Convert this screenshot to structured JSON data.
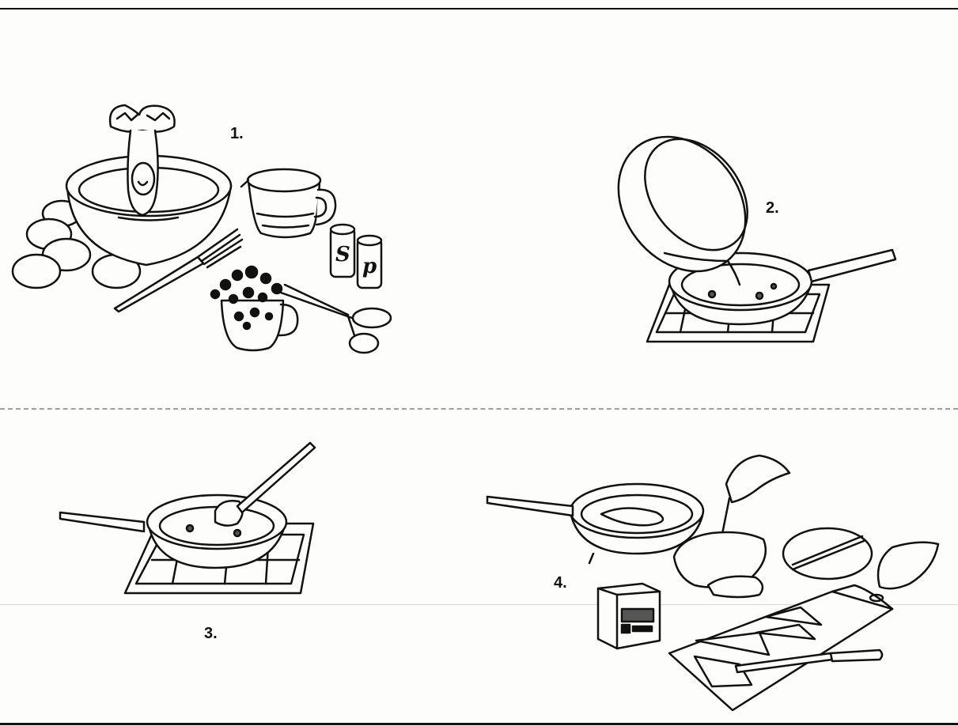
{
  "steps": [
    {
      "number": "1."
    },
    {
      "number": "2."
    },
    {
      "number": "3."
    },
    {
      "number": "4."
    }
  ],
  "shakers": {
    "salt_letter": "S",
    "pepper_letter": "p"
  },
  "colors": {
    "ink": "#111111",
    "paper": "#fdfdfb"
  }
}
